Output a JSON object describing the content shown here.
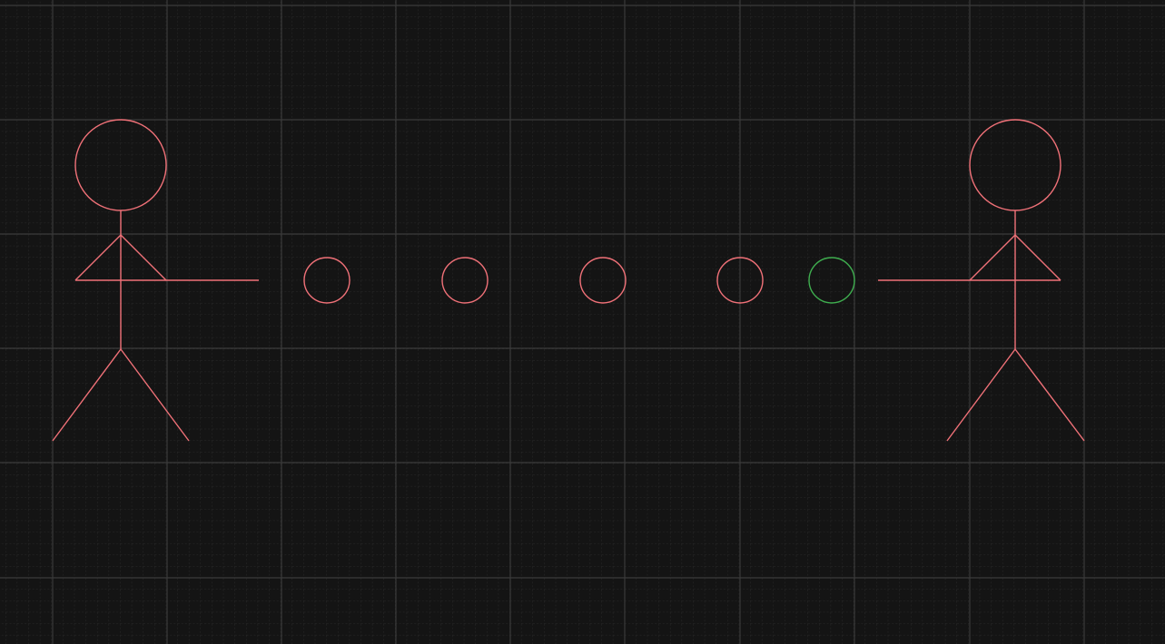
{
  "canvas": {
    "background": "#141414",
    "grid_major_color": "#3a3a3a",
    "grid_minor_color": "#2a2a2a",
    "grid": true
  },
  "stroke_colors": {
    "figure": "#f07178",
    "ball": "#f07178",
    "active_ball": "#3fae4f"
  },
  "figures": [
    {
      "name": "left-stick-figure",
      "arm_direction": "right"
    },
    {
      "name": "right-stick-figure",
      "arm_direction": "left"
    }
  ],
  "balls": [
    {
      "name": "ball-1",
      "state": "default"
    },
    {
      "name": "ball-2",
      "state": "default"
    },
    {
      "name": "ball-3",
      "state": "default"
    },
    {
      "name": "ball-4",
      "state": "default"
    },
    {
      "name": "ball-5",
      "state": "active"
    }
  ]
}
